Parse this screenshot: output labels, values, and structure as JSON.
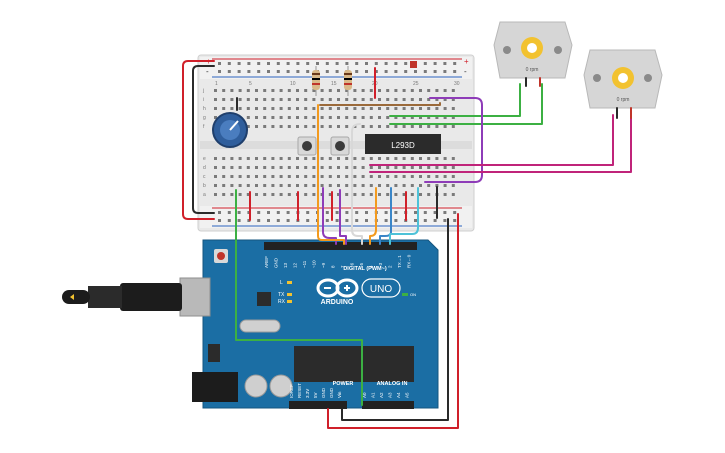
{
  "breadboard": {
    "row_letters_top": [
      "j",
      "i",
      "h",
      "g",
      "f"
    ],
    "row_letters_bottom": [
      "e",
      "d",
      "c",
      "b",
      "a"
    ],
    "column_numbers": [
      "1",
      "5",
      "10",
      "15",
      "20",
      "25",
      "30"
    ],
    "rail_plus": "+",
    "rail_minus": "-"
  },
  "driver_chip": {
    "label": "L293D"
  },
  "motors": [
    {
      "speed": "0 rpm"
    },
    {
      "speed": "0 rpm"
    }
  ],
  "arduino": {
    "brand": "ARDUINO",
    "model": "UNO",
    "on_label": "ON",
    "digital_header": "DIGITAL (PWM~)",
    "analog_header": "ANALOG IN",
    "power_header": "POWER",
    "led_labels": [
      "L",
      "TX",
      "RX"
    ],
    "digital_pins": [
      "AREF",
      "GND",
      "13",
      "12",
      "~11",
      "~10",
      "~9",
      "8",
      "7",
      "~6",
      "~5",
      "4",
      "~3",
      "2",
      "TX→1",
      "RX←0"
    ],
    "power_pins": [
      "IOREF",
      "RESET",
      "3.3V",
      "5V",
      "GND",
      "GND",
      "Vin"
    ],
    "analog_pins": [
      "A0",
      "A1",
      "A2",
      "A3",
      "A4",
      "A5"
    ]
  },
  "colors": {
    "board": "#1b6ea4",
    "breadboard": "#e9e9e9",
    "wire_red": "#d0202a",
    "wire_black": "#2a2a2a",
    "wire_green": "#3cb043",
    "wire_purple": "#8e3cb8",
    "wire_magenta": "#c0247a",
    "wire_orange": "#f39a1e",
    "wire_blue": "#3a86c8",
    "wire_cyan": "#4dc2d8",
    "wire_brown": "#9b6a3a",
    "chip": "#2b2b2b"
  }
}
